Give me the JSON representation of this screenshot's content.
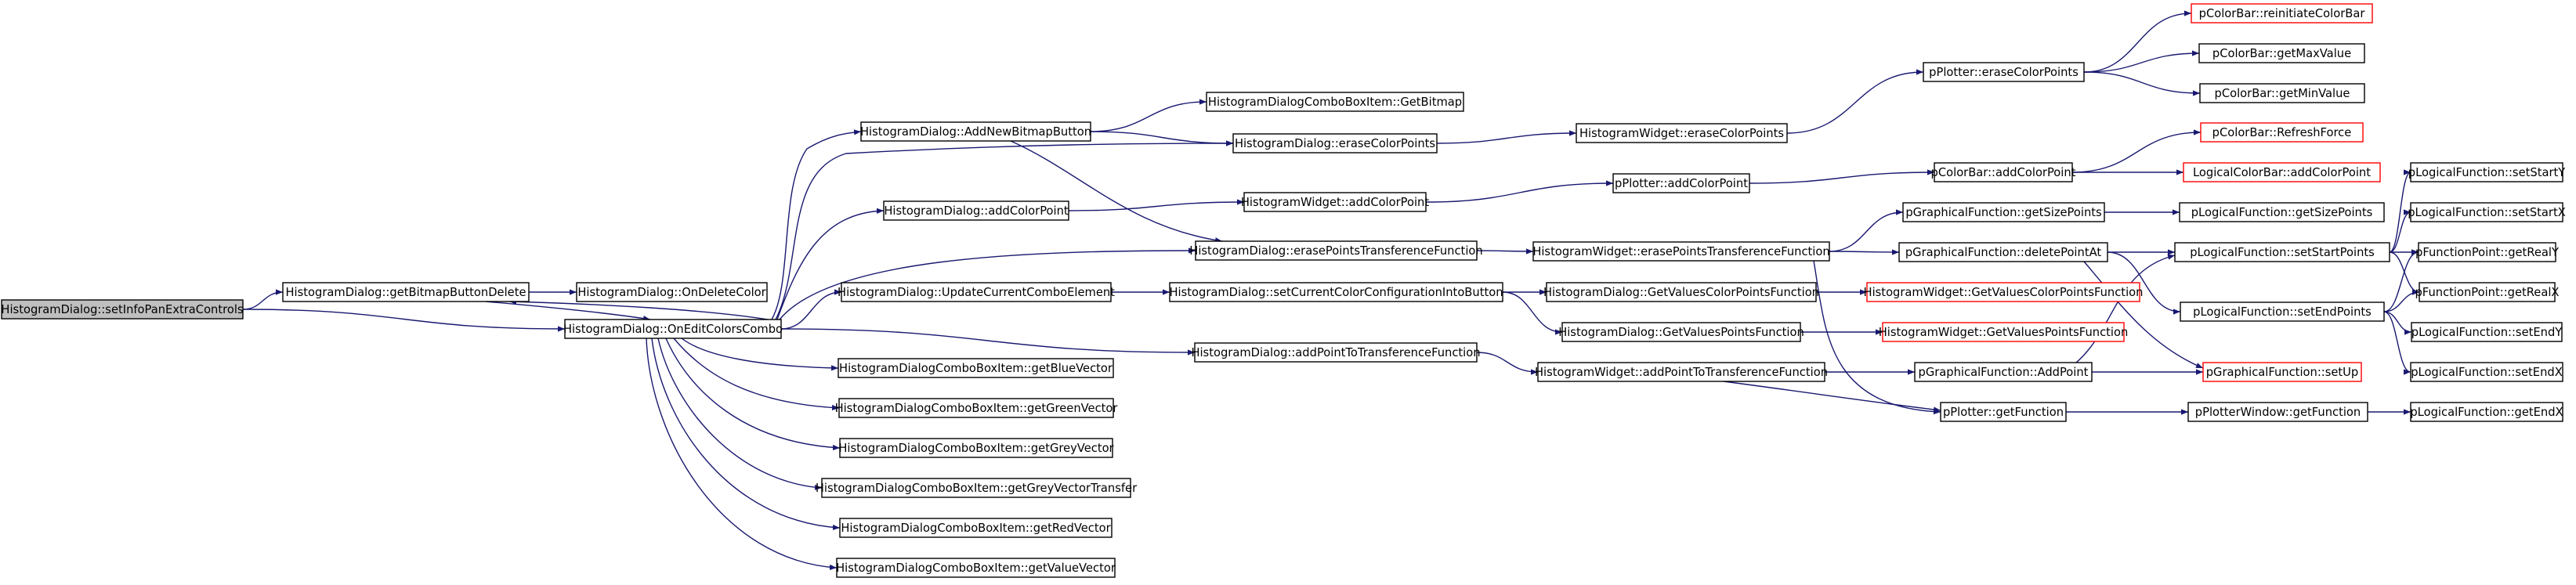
{
  "colors": {
    "edge": "#191970",
    "node_border": "#000000",
    "node_fill": "#ffffff",
    "root_fill": "#bfbfbf",
    "truncated_border": "#ff0000"
  },
  "nodes": [
    {
      "id": "n0",
      "label": "HistogramDialog::setInfoPanExtraControls",
      "kind": "root"
    },
    {
      "id": "n1",
      "label": "HistogramDialog::getBitmapButtonDelete",
      "kind": "normal"
    },
    {
      "id": "n2",
      "label": "HistogramDialog::OnDeleteColor",
      "kind": "normal"
    },
    {
      "id": "n3",
      "label": "HistogramDialog::OnEditColorsCombo",
      "kind": "normal"
    },
    {
      "id": "n4",
      "label": "HistogramDialog::AddNewBitmapButton",
      "kind": "normal"
    },
    {
      "id": "n5",
      "label": "HistogramDialog::addColorPoint",
      "kind": "normal"
    },
    {
      "id": "n6",
      "label": "HistogramDialog::UpdateCurrentComboElement",
      "kind": "normal"
    },
    {
      "id": "n7",
      "label": "HistogramDialogComboBoxItem::getBlueVector",
      "kind": "normal"
    },
    {
      "id": "n8",
      "label": "HistogramDialogComboBoxItem::getGreenVector",
      "kind": "normal"
    },
    {
      "id": "n9",
      "label": "HistogramDialogComboBoxItem::getGreyVector",
      "kind": "normal"
    },
    {
      "id": "n10",
      "label": "HistogramDialogComboBoxItem::getGreyVectorTransfer",
      "kind": "normal"
    },
    {
      "id": "n11",
      "label": "HistogramDialogComboBoxItem::getRedVector",
      "kind": "normal"
    },
    {
      "id": "n12",
      "label": "HistogramDialogComboBoxItem::getValueVector",
      "kind": "normal"
    },
    {
      "id": "n13",
      "label": "HistogramDialogComboBoxItem::GetBitmap",
      "kind": "normal"
    },
    {
      "id": "n14",
      "label": "HistogramDialog::eraseColorPoints",
      "kind": "normal"
    },
    {
      "id": "n15",
      "label": "HistogramWidget::addColorPoint",
      "kind": "normal"
    },
    {
      "id": "n16",
      "label": "HistogramDialog::erasePointsTransferenceFunction",
      "kind": "normal"
    },
    {
      "id": "n17",
      "label": "HistogramDialog::setCurrentColorConfigurationIntoButton",
      "kind": "normal"
    },
    {
      "id": "n18",
      "label": "HistogramDialog::addPointToTransferenceFunction",
      "kind": "normal"
    },
    {
      "id": "n19",
      "label": "HistogramWidget::eraseColorPoints",
      "kind": "normal"
    },
    {
      "id": "n20",
      "label": "pPlotter::addColorPoint",
      "kind": "normal"
    },
    {
      "id": "n21",
      "label": "HistogramWidget::erasePointsTransferenceFunction",
      "kind": "normal"
    },
    {
      "id": "n22",
      "label": "HistogramDialog::GetValuesColorPointsFunction",
      "kind": "normal"
    },
    {
      "id": "n23",
      "label": "HistogramDialog::GetValuesPointsFunction",
      "kind": "normal"
    },
    {
      "id": "n24",
      "label": "HistogramWidget::addPointToTransferenceFunction",
      "kind": "normal"
    },
    {
      "id": "n25",
      "label": "pPlotter::eraseColorPoints",
      "kind": "normal"
    },
    {
      "id": "n26",
      "label": "pColorBar::addColorPoint",
      "kind": "normal"
    },
    {
      "id": "n27",
      "label": "pGraphicalFunction::getSizePoints",
      "kind": "normal"
    },
    {
      "id": "n28",
      "label": "pGraphicalFunction::deletePointAt",
      "kind": "normal"
    },
    {
      "id": "n29",
      "label": "HistogramWidget::GetValuesColorPointsFunction",
      "kind": "truncated"
    },
    {
      "id": "n30",
      "label": "HistogramWidget::GetValuesPointsFunction",
      "kind": "truncated"
    },
    {
      "id": "n31",
      "label": "pGraphicalFunction::AddPoint",
      "kind": "normal"
    },
    {
      "id": "n32",
      "label": "pPlotter::getFunction",
      "kind": "normal"
    },
    {
      "id": "n33",
      "label": "pColorBar::reinitiateColorBar",
      "kind": "truncated"
    },
    {
      "id": "n34",
      "label": "pColorBar::getMaxValue",
      "kind": "normal"
    },
    {
      "id": "n35",
      "label": "pColorBar::getMinValue",
      "kind": "normal"
    },
    {
      "id": "n36",
      "label": "pColorBar::RefreshForce",
      "kind": "truncated"
    },
    {
      "id": "n37",
      "label": "LogicalColorBar::addColorPoint",
      "kind": "truncated"
    },
    {
      "id": "n38",
      "label": "pLogicalFunction::getSizePoints",
      "kind": "normal"
    },
    {
      "id": "n39",
      "label": "pLogicalFunction::setStartPoints",
      "kind": "normal"
    },
    {
      "id": "n40",
      "label": "pLogicalFunction::setEndPoints",
      "kind": "normal"
    },
    {
      "id": "n41",
      "label": "pGraphicalFunction::setUp",
      "kind": "truncated"
    },
    {
      "id": "n42",
      "label": "pPlotterWindow::getFunction",
      "kind": "normal"
    },
    {
      "id": "n43",
      "label": "pLogicalFunction::setStartY",
      "kind": "normal"
    },
    {
      "id": "n44",
      "label": "pLogicalFunction::setStartX",
      "kind": "normal"
    },
    {
      "id": "n45",
      "label": "pFunctionPoint::getRealY",
      "kind": "normal"
    },
    {
      "id": "n46",
      "label": "pFunctionPoint::getRealX",
      "kind": "normal"
    },
    {
      "id": "n47",
      "label": "pLogicalFunction::setEndY",
      "kind": "normal"
    },
    {
      "id": "n48",
      "label": "pLogicalFunction::setEndX",
      "kind": "normal"
    },
    {
      "id": "n49",
      "label": "pLogicalFunction::getEndX",
      "kind": "normal"
    }
  ],
  "edges": [
    [
      "n0",
      "n1"
    ],
    [
      "n0",
      "n3"
    ],
    [
      "n1",
      "n2"
    ],
    [
      "n1",
      "n3"
    ],
    [
      "n3",
      "n1"
    ],
    [
      "n3",
      "n4"
    ],
    [
      "n3",
      "n5"
    ],
    [
      "n3",
      "n6"
    ],
    [
      "n3",
      "n7"
    ],
    [
      "n3",
      "n8"
    ],
    [
      "n3",
      "n9"
    ],
    [
      "n3",
      "n10"
    ],
    [
      "n3",
      "n11"
    ],
    [
      "n3",
      "n12"
    ],
    [
      "n3",
      "n14"
    ],
    [
      "n3",
      "n16"
    ],
    [
      "n3",
      "n18"
    ],
    [
      "n4",
      "n13"
    ],
    [
      "n4",
      "n14"
    ],
    [
      "n4",
      "n16"
    ],
    [
      "n5",
      "n15"
    ],
    [
      "n6",
      "n17"
    ],
    [
      "n14",
      "n19"
    ],
    [
      "n15",
      "n20"
    ],
    [
      "n16",
      "n21"
    ],
    [
      "n17",
      "n22"
    ],
    [
      "n17",
      "n23"
    ],
    [
      "n18",
      "n24"
    ],
    [
      "n19",
      "n25"
    ],
    [
      "n20",
      "n26"
    ],
    [
      "n21",
      "n27"
    ],
    [
      "n21",
      "n28"
    ],
    [
      "n21",
      "n32"
    ],
    [
      "n22",
      "n29"
    ],
    [
      "n23",
      "n30"
    ],
    [
      "n24",
      "n31"
    ],
    [
      "n24",
      "n32"
    ],
    [
      "n25",
      "n33"
    ],
    [
      "n25",
      "n34"
    ],
    [
      "n25",
      "n35"
    ],
    [
      "n26",
      "n36"
    ],
    [
      "n26",
      "n37"
    ],
    [
      "n27",
      "n38"
    ],
    [
      "n28",
      "n39"
    ],
    [
      "n28",
      "n40"
    ],
    [
      "n28",
      "n41"
    ],
    [
      "n31",
      "n39"
    ],
    [
      "n31",
      "n41"
    ],
    [
      "n32",
      "n42"
    ],
    [
      "n39",
      "n43"
    ],
    [
      "n39",
      "n44"
    ],
    [
      "n39",
      "n45"
    ],
    [
      "n39",
      "n46"
    ],
    [
      "n40",
      "n45"
    ],
    [
      "n40",
      "n46"
    ],
    [
      "n40",
      "n47"
    ],
    [
      "n40",
      "n48"
    ],
    [
      "n42",
      "n49"
    ]
  ]
}
